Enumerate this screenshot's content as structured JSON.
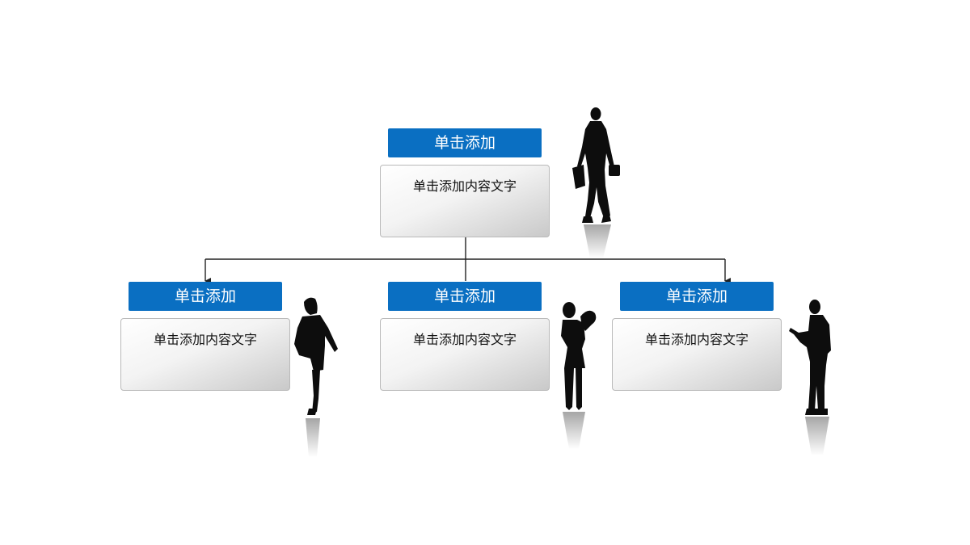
{
  "nodes": {
    "top": {
      "title": "单击添加",
      "content": "单击添加内容文字"
    },
    "left": {
      "title": "单击添加",
      "content": "单击添加内容文字"
    },
    "mid": {
      "title": "单击添加",
      "content": "单击添加内容文字"
    },
    "right": {
      "title": "单击添加",
      "content": "单击添加内容文字"
    }
  },
  "colors": {
    "accent": "#0a6fc2",
    "line": "#222222",
    "silhouette": "#0d0d0d"
  },
  "icons": [
    "businessman-walking-icon",
    "woman-walking-icon",
    "woman-holding-flowers-icon",
    "man-reading-document-icon"
  ]
}
